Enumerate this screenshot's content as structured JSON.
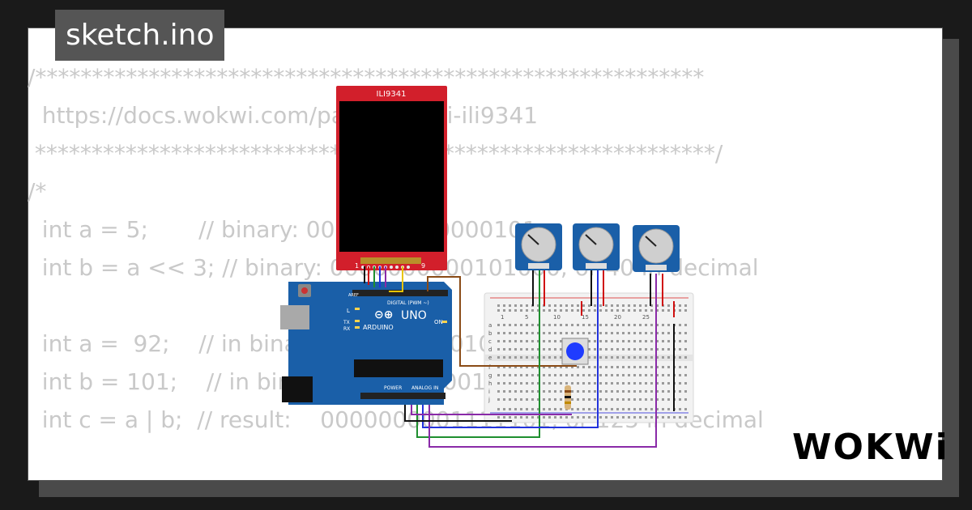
{
  "title": "sketch.ino",
  "brand": "WOKWi",
  "code_lines": [
    "/***********************************************************",
    "  https://docs.wokwi.com/parts/wokwi-ili9341",
    " ************************************************************/",
    "/*",
    "  int a = 5;       // binary: 0000000000000101",
    "  int b = a << 3; // binary: 0000000000101000, or 40 in decimal",
    "",
    "  int a =  92;    // in binary: 0000000001011100",
    "  int b = 101;    // in binary: 0000000001100101",
    "  int c = a | b;  // result:    0000000001111101, or 125 in decimal"
  ],
  "display": {
    "label": "ILI9341",
    "pin_first": "1",
    "pin_last": "9",
    "color_body": "#d21f2b",
    "color_screen": "#000000"
  },
  "arduino": {
    "brand": "ARDUINO",
    "model": "UNO",
    "digital_label": "DIGITAL (PWM ~)",
    "analog_label": "ANALOG IN",
    "power_label": "POWER",
    "on_label": "ON",
    "l_label": "L",
    "tx_label": "TX",
    "rx_label": "RX",
    "aref_label": "AREF",
    "color_board": "#1a5fa8"
  },
  "breadboard": {
    "col_labels": [
      "1",
      "5",
      "10",
      "15",
      "20",
      "25"
    ],
    "row_labels_top": [
      "a",
      "b",
      "c",
      "d",
      "e"
    ],
    "row_labels_bottom": [
      "f",
      "g",
      "h",
      "i",
      "j"
    ]
  },
  "button": {
    "color": "#1f3cff"
  },
  "wire_colors": {
    "red": "#d01010",
    "black": "#111111",
    "green": "#1f8f2f",
    "blue": "#2233dd",
    "purple": "#8a2aa8",
    "brown": "#8a4b16",
    "yellow": "#e8c400"
  }
}
